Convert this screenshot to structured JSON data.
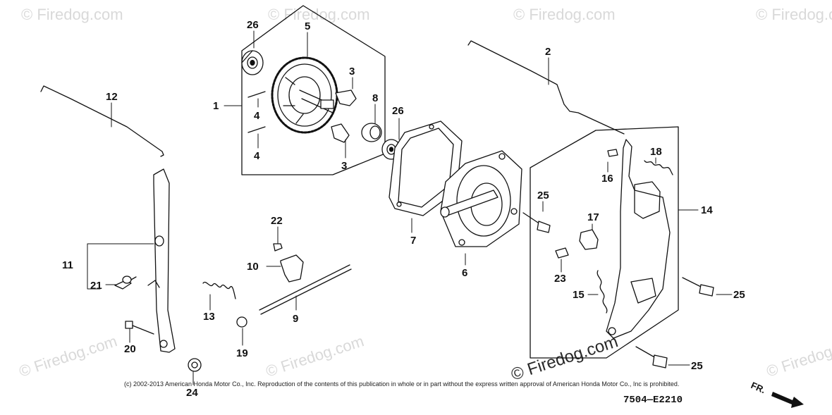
{
  "watermark_text": "© Firedog.com",
  "copyright": "(c) 2002-2013 American Honda Motor Co., Inc. Reproduction of the contents of this publication in whole or in part without the express written approval of American Honda Motor Co., Inc is prohibited.",
  "diagram_code": "7504—E2210",
  "front_indicator": "FR.",
  "callouts": {
    "c1": "1",
    "c2": "2",
    "c3a": "3",
    "c3b": "3",
    "c4a": "4",
    "c4b": "4",
    "c5": "5",
    "c6": "6",
    "c7": "7",
    "c8": "8",
    "c9": "9",
    "c10": "10",
    "c11": "11",
    "c12": "12",
    "c13": "13",
    "c14": "14",
    "c15": "15",
    "c16": "16",
    "c17": "17",
    "c18": "18",
    "c19": "19",
    "c20": "20",
    "c21": "21",
    "c22": "22",
    "c23": "23",
    "c24": "24",
    "c25a": "25",
    "c25b": "25",
    "c25c": "25",
    "c26a": "26",
    "c26b": "26"
  }
}
